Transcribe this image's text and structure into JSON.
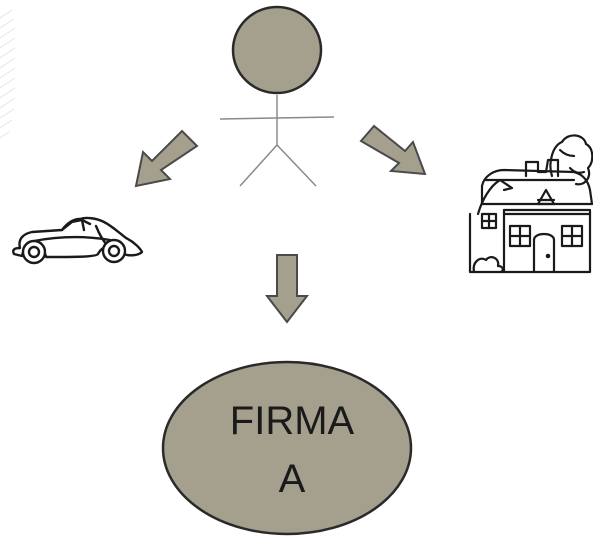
{
  "diagram": {
    "center_node": {
      "label_line1": "FIRMA",
      "label_line2": "A",
      "fill_color": "#a59f8d",
      "stroke_color": "#2a2a2a"
    },
    "arrow_color": "#a59f8d",
    "figure": "stick-figure-person",
    "left_item": "car-icon",
    "right_item": "house-icon"
  }
}
